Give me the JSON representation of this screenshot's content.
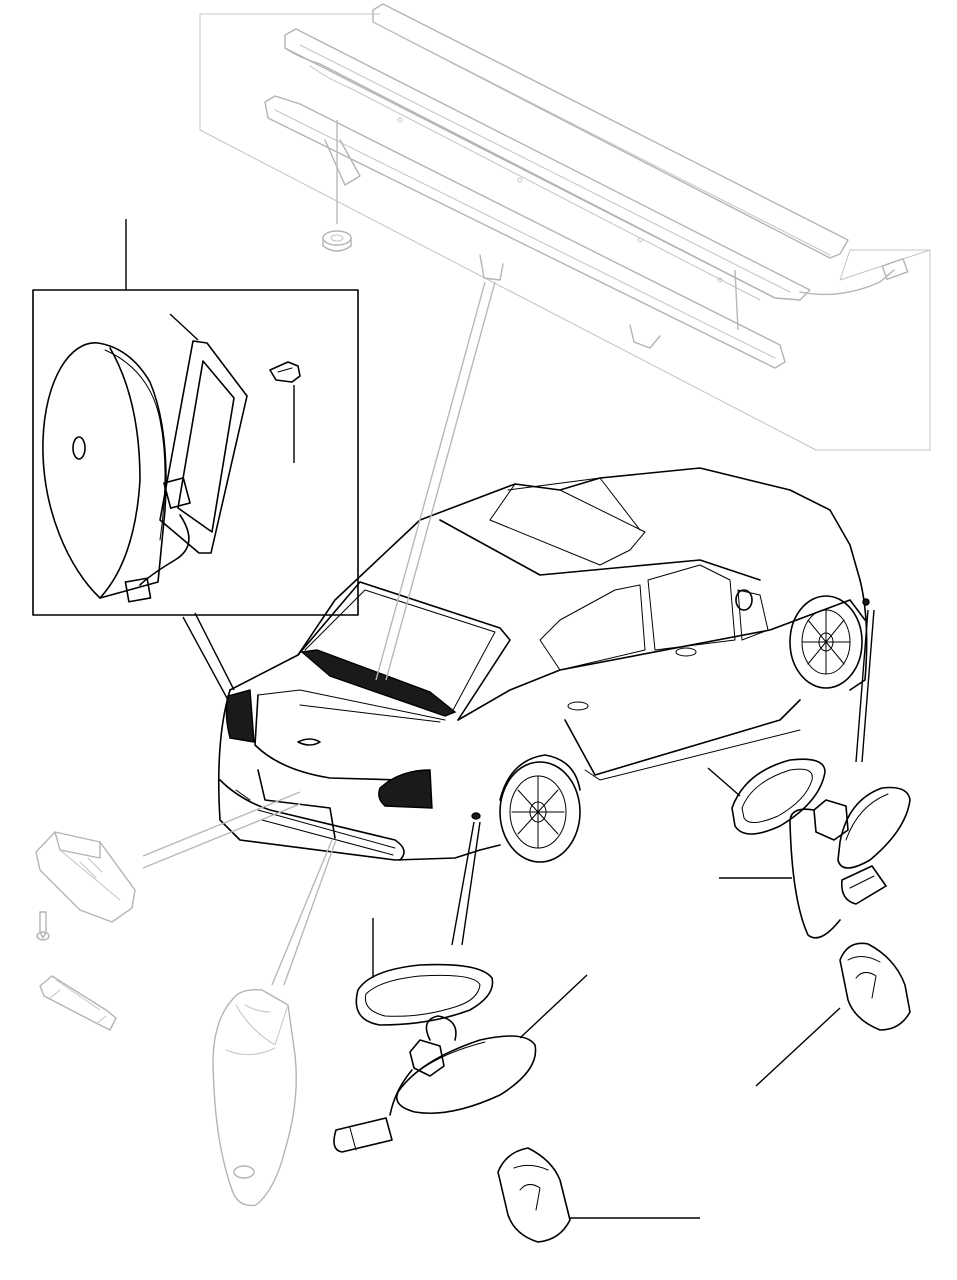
{
  "diagram": {
    "type": "exploded-parts-diagram",
    "labels": [],
    "colors": {
      "foreground": "#000000",
      "ghosted": "#b4b4b4",
      "background": "#ffffff"
    },
    "parts": [
      "rear-bumper-reinforcement",
      "bumper-trim-strip",
      "bumper-bracket",
      "grommet",
      "tail-lamp-unit",
      "tail-lamp-gasket",
      "tail-lamp-screw",
      "number-plate-lamp",
      "number-plate-lamp-screw",
      "festoon-bulb",
      "reflector-housing",
      "side-marker-gasket-rear",
      "side-marker-lamp-rear",
      "side-marker-wiring-rear",
      "wedge-bulb-rear",
      "side-marker-gasket-front",
      "side-marker-lamp-front",
      "side-marker-wiring-front",
      "wedge-bulb-front",
      "car-body"
    ]
  }
}
